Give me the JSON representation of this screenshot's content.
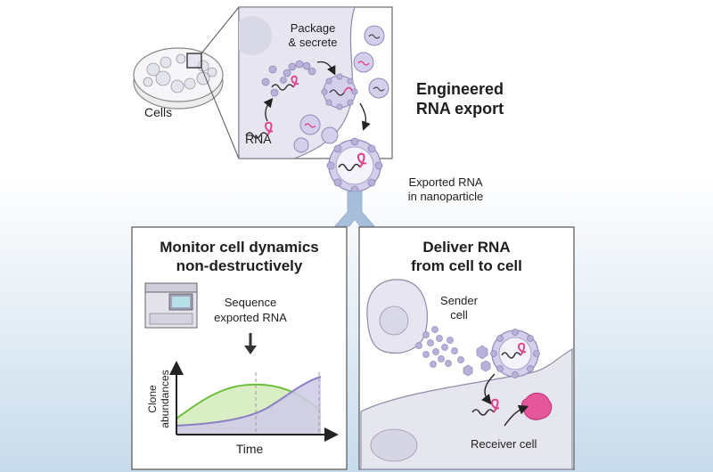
{
  "top": {
    "cells_label": "Cells",
    "package_label_1": "Package",
    "package_label_2": "& secrete",
    "rna_label": "RNA",
    "title_line1": "Engineered",
    "title_line2": "RNA export",
    "nanoparticle_line1": "Exported RNA",
    "nanoparticle_line2": "in nanoparticle"
  },
  "left_panel": {
    "title_line1": "Monitor cell dynamics",
    "title_line2": "non-destructively",
    "sequence_line1": "Sequence",
    "sequence_line2": "exported RNA",
    "ylabel_line1": "Clone",
    "ylabel_line2": "abundances",
    "xlabel": "Time"
  },
  "right_panel": {
    "title_line1": "Deliver RNA",
    "title_line2": "from cell to cell",
    "sender_line1": "Sender",
    "sender_line2": "cell",
    "receiver_label": "Receiver cell"
  },
  "colors": {
    "rna": "#e0408a",
    "particle": "#b8b2d8",
    "particle_dark": "#8f88bb",
    "green_area": "#d6ecc0",
    "purple_area": "#d4cfea",
    "bg_gradient_bottom": "#c9dcec"
  }
}
